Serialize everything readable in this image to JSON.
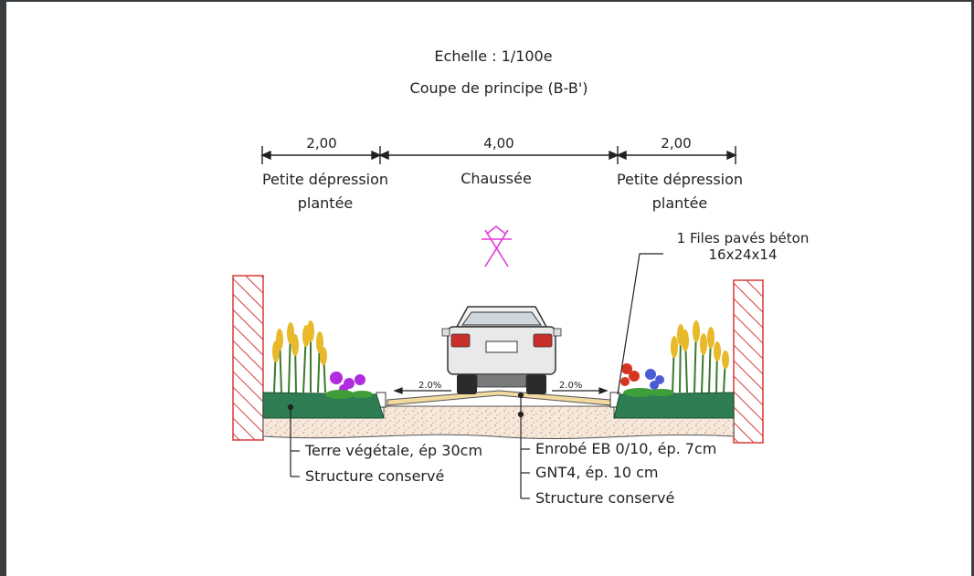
{
  "header": {
    "scale": "Echelle : 1/100e",
    "section_title": "Coupe de principe (B-B')"
  },
  "dimensions": [
    {
      "value": "2,00",
      "label_line1": "Petite dépression",
      "label_line2": "plantée"
    },
    {
      "value": "4,00",
      "label_line1": "Chaussée",
      "label_line2": ""
    },
    {
      "value": "2,00",
      "label_line1": "Petite dépression",
      "label_line2": "plantée"
    }
  ],
  "slopes": {
    "left": "2.0%",
    "right": "2.0%"
  },
  "annotations": {
    "pavers_line1": "1 Files pavés béton",
    "pavers_line2": "16x24x14",
    "left_layers": [
      "Terre végétale, ép 30cm",
      "Structure conservé"
    ],
    "right_layers": [
      "Enrobé EB 0/10, ép. 7cm",
      "GNT4, ép. 10 cm",
      "Structure conservé"
    ]
  },
  "colors": {
    "hatch": "#d83a3a",
    "grass": "#2f7d52",
    "soil": "#f3e4d4",
    "asphalt": "#f1d9a0",
    "lighting": "#e23ad8",
    "flowers_purple": "#b12be0",
    "flowers_red": "#d6361f",
    "flowers_blue": "#4a5bd6"
  }
}
